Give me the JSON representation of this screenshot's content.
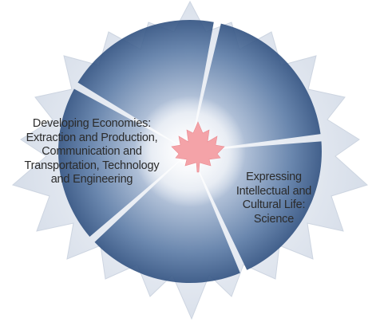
{
  "diagram": {
    "labels": {
      "left": {
        "lines": [
          "Developing Economies:",
          "Extraction and Production,",
          "Communication and",
          "Transportation, Technology",
          "and Engineering"
        ]
      },
      "right": {
        "lines": [
          "Expressing",
          "Intellectual and",
          "Cultural Life:",
          "Science"
        ]
      }
    },
    "segment_count": 5,
    "colors": {
      "background_leaf": "#e6ebf2",
      "segment_dark": "#3f5f8c",
      "segment_light": "#dfe6f0",
      "divider": "#ffffff",
      "maple_leaf": "#f4a3a8",
      "text": "#2b2b2b"
    },
    "icons": {
      "center": "maple-leaf-icon",
      "background": "maple-leaf-silhouette"
    }
  }
}
